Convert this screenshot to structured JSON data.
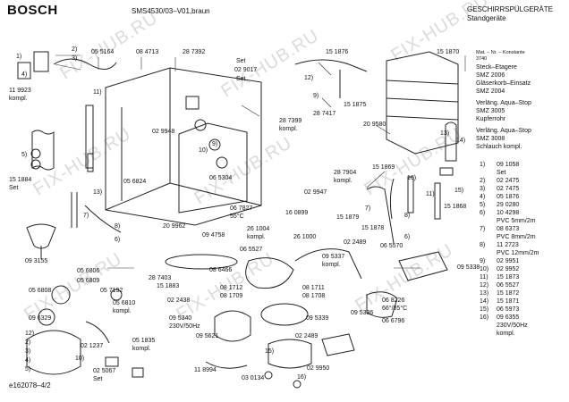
{
  "header": {
    "brand": "BOSCH",
    "model": "SMS4530/03–V01,braun",
    "category_line1": "GESCHIRRSPÜLGERÄTE",
    "category_line2": "Standgeräte"
  },
  "watermark": "FIX-HUB.RU",
  "footer_code": "e162078–4/2",
  "side_notes": [
    "Mat. – Nr. – Konstante",
    "3740",
    "Steck–Etagere",
    "SMZ 2006",
    "Gläserkorb–Einsatz",
    "SMZ 2004",
    "Verläng. Aqua–Stop",
    "SMZ 3005",
    "Kupferrohr",
    "Verläng. Aqua–Stop",
    "SMZ 3008",
    "Schlauch kompl."
  ],
  "legend": [
    {
      "n": "1)",
      "code": "09 1058"
    },
    {
      "n": "",
      "code": "Set"
    },
    {
      "n": "2)",
      "code": "02 2475"
    },
    {
      "n": "3)",
      "code": "02 7475"
    },
    {
      "n": "4)",
      "code": "05 1876"
    },
    {
      "n": "5)",
      "code": "29 0280"
    },
    {
      "n": "6)",
      "code": "10 4298"
    },
    {
      "n": "",
      "code": "PVC 5mm/2m"
    },
    {
      "n": "7)",
      "code": "08 6373"
    },
    {
      "n": "",
      "code": "PVC 8mm/2m"
    },
    {
      "n": "8)",
      "code": "11 2723"
    },
    {
      "n": "",
      "code": "PVC 12mm/2m"
    },
    {
      "n": "9)",
      "code": "02 9951"
    },
    {
      "n": "10)",
      "code": "02 9952"
    },
    {
      "n": "11)",
      "code": "15 1873"
    },
    {
      "n": "12)",
      "code": "06 5527"
    },
    {
      "n": "13)",
      "code": "15 1872"
    },
    {
      "n": "14)",
      "code": "15 1871"
    },
    {
      "n": "15)",
      "code": "06 5973"
    },
    {
      "n": "16)",
      "code": "09 6355"
    },
    {
      "n": "",
      "code": "230V/50Hz"
    },
    {
      "n": "",
      "code": "kompl."
    }
  ],
  "labels": {
    "l1": "1)",
    "l2": "2)",
    "l3": "3)",
    "p055164": "05 5164",
    "p084713": "08 4713",
    "p287392": "28 7392",
    "set1": "Set",
    "p119923": "11 9923",
    "kompl1": "kompl.",
    "p029017": "02 9017",
    "set2": "Set",
    "p029948": "02 9948",
    "p151884": "15 1884",
    "set3": "Set",
    "p056824": "05 6824",
    "l4": "4)",
    "l5": "5)",
    "l6a": "6)",
    "l7a": "7)",
    "l8a": "8)",
    "l9a": "9)",
    "l10a": "10)",
    "l11a": "11)",
    "l13a": "13)",
    "p065304": "06 5304",
    "p209962": "20 9962",
    "p067827": "06 7827",
    "c55": "55°C",
    "p093155": "09 3155",
    "p094758": "09 4758",
    "p261004": "26 1004",
    "kompl2": "kompl.",
    "p160899": "16 0899",
    "p065527": "06 5527",
    "p261000": "26 1000",
    "p151876": "15 1876",
    "p151870": "15 1870",
    "l12b": "12)",
    "l9b": "9)",
    "p287417": "28 7417",
    "p151875": "15 1875",
    "p287399": "28 7399",
    "kompl3": "kompl.",
    "p209580": "20 9580",
    "l13b": "13)",
    "l14b": "14)",
    "p287904": "28 7904",
    "kompl4": "kompl.",
    "p151869": "15 1869",
    "p029947": "02 9947",
    "l7b": "7)",
    "p151879": "15 1879",
    "l11b": "11)",
    "l16b": "16)",
    "p151868": "15 1868",
    "l15b": "15)",
    "l8b": "8)",
    "l6b": "6)",
    "p151878": "15 1878",
    "p056806": "05 6806",
    "p056809": "05 6809",
    "p056808": "05 6808",
    "p057192": "05 7192",
    "p056810": "05 6810",
    "kompl5": "kompl.",
    "p096329": "09 6329",
    "p287403": "28 7403",
    "p086466": "08 6466",
    "p151883": "15 1883",
    "p022489a": "02 2489",
    "p095337": "09 5337",
    "kompl6": "kompl.",
    "p065570": "06 5570",
    "p095338": "09 5338",
    "p021237": "02 1237",
    "p051835": "05 1835",
    "kompl7": "kompl.",
    "p025067": "02 5067",
    "set4": "Set",
    "p022438": "02 2438",
    "p081712": "08 1712",
    "p081709": "08 1709",
    "p081711": "08 1711",
    "p081708": "08 1708",
    "p095340": "09 5340",
    "v230": "230V/50Hz",
    "p095621": "09 5621",
    "p095339": "09 5339",
    "p095336": "09 5336",
    "p068226": "06 8226",
    "c6685": "66°/85°C",
    "p066796": "06 6796",
    "p118994": "11 8994",
    "p030134": "03 0134",
    "p022489b": "02 2489",
    "p029950": "02 9950",
    "l15c": "15)",
    "l16c": "16)",
    "l12c": "12)",
    "l10c": "10)",
    "l2b": "2)",
    "l3b": "3)",
    "l4b": "4)",
    "l5b": "5)"
  }
}
